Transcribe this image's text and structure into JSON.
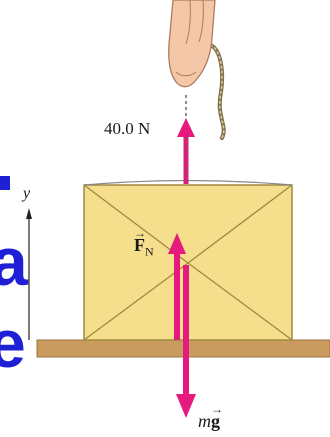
{
  "colors": {
    "slide_text": "#1f1fd6",
    "box_fill": "#f6df8c",
    "box_stroke": "#a08a3e",
    "floor": "#c99b5e",
    "force_arrow": "#e6197f",
    "rope": "#8a7a5a"
  },
  "diagram": {
    "tension_label": "40.0 N",
    "axis_label": "y",
    "normal_force": {
      "symbol": "F",
      "subscript": "N",
      "arrow": "→"
    },
    "weight": {
      "prefix": "m",
      "symbol": "g",
      "arrow": "→"
    }
  },
  "background_slide": {
    "fragments": [
      "a",
      "e"
    ]
  },
  "icons": [
    "hand-icon"
  ]
}
